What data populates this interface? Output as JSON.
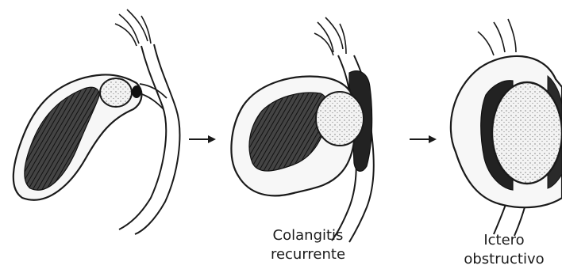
{
  "panels": [
    {
      "stage": "initial",
      "caption": []
    },
    {
      "stage": "middle",
      "caption": [
        "Colangitis",
        "recurrente"
      ]
    },
    {
      "stage": "final",
      "caption": [
        "Ictero",
        "obstructivo"
      ]
    }
  ],
  "arrows": [
    "arrow-right-icon",
    "arrow-right-icon"
  ],
  "colors": {
    "ink": "#1a1a1a",
    "dark_fill": "#3a3a3a",
    "stone": "#f2f2f2",
    "background": "#ffffff"
  }
}
